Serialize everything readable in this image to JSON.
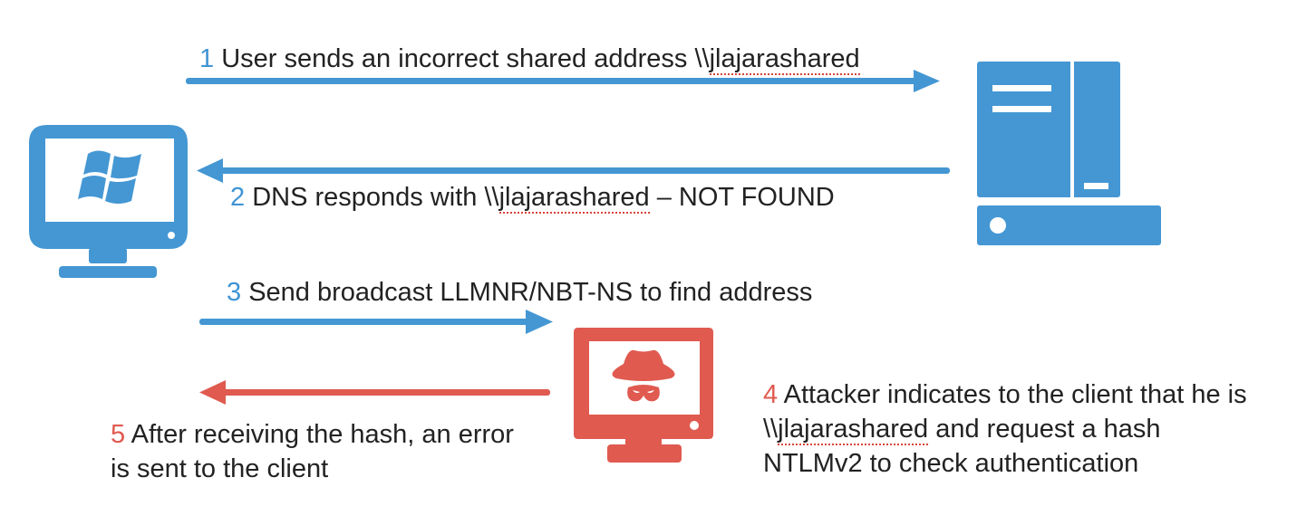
{
  "steps": [
    {
      "num": "1",
      "pre": "User sends an incorrect shared address \\\\",
      "word": "jlajarashared",
      "post": ""
    },
    {
      "num": "2",
      "pre": "DNS responds with \\\\",
      "word": "jlajarashared",
      "post": " – NOT FOUND"
    },
    {
      "num": "3",
      "text": "Send broadcast LLMNR/NBT-NS to find address"
    },
    {
      "num": "4",
      "line1": "Attacker indicates to the client that he is",
      "line2_pre": "\\\\",
      "line2_word": "jlajarashared",
      "line2_post": " and request a hash",
      "line3": "NTLMv2 to check authentication"
    },
    {
      "num": "5",
      "line1": "After receiving the hash, an error",
      "line2": "is sent to the client"
    }
  ],
  "colors": {
    "blue": "#4497d3",
    "red": "#e05a50"
  }
}
